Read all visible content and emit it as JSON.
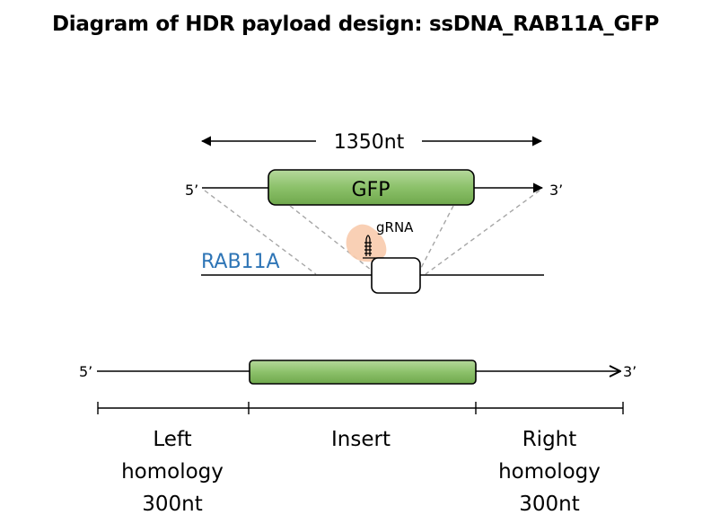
{
  "title": "Diagram of HDR payload design:  ssDNA_RAB11A_GFP",
  "top": {
    "length_label": "1350nt",
    "prime5": "5’",
    "prime3": "3’",
    "insert_label": "GFP",
    "grna_label": "gRNA",
    "gene_label": "RAB11A"
  },
  "bottom": {
    "prime5": "5’",
    "prime3": "3’",
    "segments": [
      {
        "lines": [
          "Left",
          "homology",
          "300nt"
        ]
      },
      {
        "lines": [
          "Insert"
        ]
      },
      {
        "lines": [
          "Right",
          "homology",
          "300nt"
        ]
      }
    ]
  },
  "colors": {
    "insert_fill_top": "#a9d18e",
    "insert_fill_bottom": "#70ad47",
    "insert_stroke": "#000000",
    "gene_label": "#2e75b6",
    "cas9_blob": "#f8cbad",
    "guide_lines": "#a6a6a6"
  }
}
